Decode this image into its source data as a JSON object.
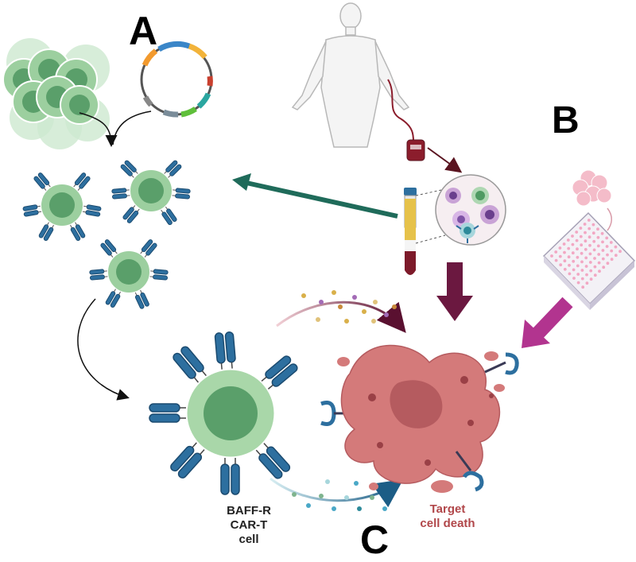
{
  "panels": {
    "a": "A",
    "b": "B",
    "c": "C"
  },
  "car_t_label": [
    "BAFF-R",
    "CAR-T",
    "cell"
  ],
  "target_label": [
    "Target",
    "cell death"
  ],
  "colors": {
    "t_cell_fill": "#a9d7a9",
    "t_cell_nucleus": "#4f9a62",
    "car_receptor": "#2d6f9f",
    "target_cell": "#d47a7a",
    "blood": "#8b1d2c",
    "arrow_teal": "#1f6b5a",
    "arrow_maroon": "#6b1840",
    "arrow_magenta": "#b2348f"
  }
}
